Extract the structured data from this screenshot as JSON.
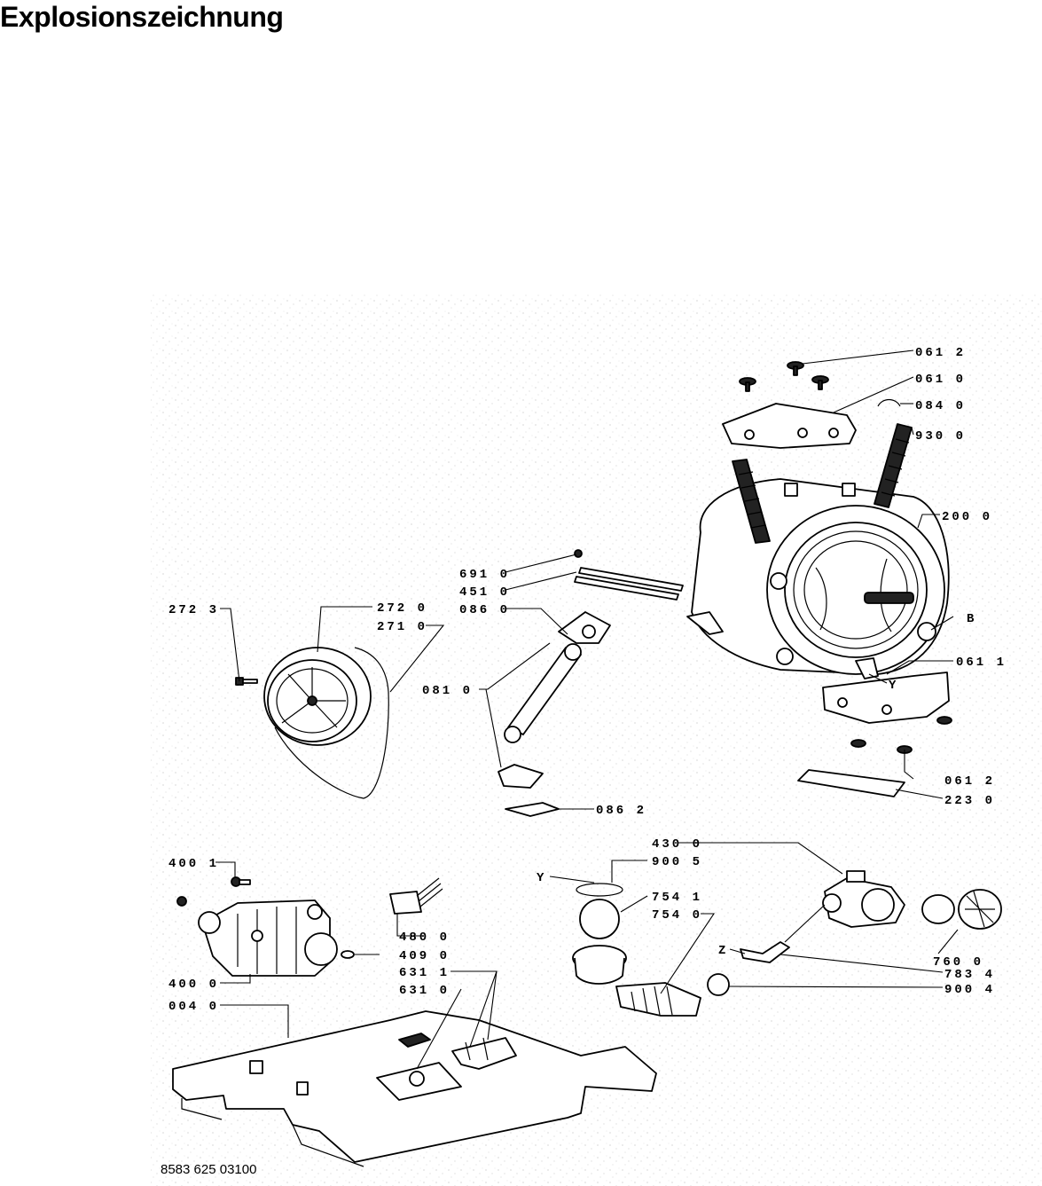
{
  "title": "Explosionszeichnung",
  "document_number": "8583 625 03100",
  "labels": {
    "l0612a": "061 2",
    "l0610": "061 0",
    "l0840": "084 0",
    "l9300": "930 0",
    "l2000": "200 0",
    "lB": "B",
    "l6910": "691 0",
    "l4510": "451 0",
    "l0860": "086 0",
    "l2723": "272 3",
    "l2720": "272 0",
    "l2710": "271 0",
    "l0611": "061 1",
    "lY1": "Y",
    "l0810": "081 0",
    "l0612b": "061 2",
    "l2230": "223 0",
    "l0862": "086 2",
    "l4300": "430 0",
    "l9005": "900 5",
    "lY2": "Y",
    "l7541": "754 1",
    "l7540": "754 0",
    "l4001": "400 1",
    "l4800": "480 0",
    "l4090": "409 0",
    "l6311": "631 1",
    "l6310": "631 0",
    "l4000": "400 0",
    "l0040": "004 0",
    "lZ": "Z",
    "l7600": "760 0",
    "l7834": "783 4",
    "l9004": "900 4"
  }
}
